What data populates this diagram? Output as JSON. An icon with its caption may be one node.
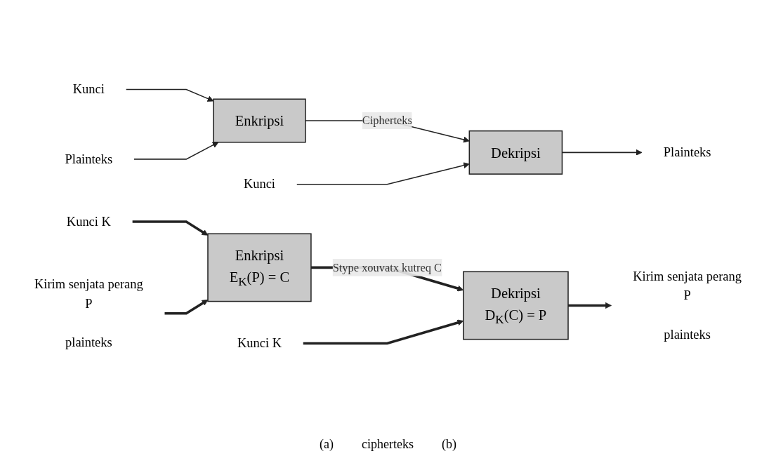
{
  "diagram": {
    "nodes": [
      {
        "text": [
          "Kunci"
        ]
      },
      {
        "text": [
          "Kunci"
        ]
      },
      {
        "text": [
          "Plainteks"
        ]
      },
      {
        "text": [
          "Enkripsi"
        ]
      },
      {
        "text": [
          "Dekripsi"
        ]
      },
      {
        "text": [
          "Plainteks"
        ]
      },
      {
        "text": [
          "Kunci K"
        ]
      },
      {
        "text": [
          "Kunci K"
        ]
      },
      {
        "text": [
          "Kirim senjata perang",
          "P"
        ],
        "beside": [
          "plainteks"
        ]
      },
      {
        "text": [
          "Enkripsi",
          "E$_{K}$(P) = C"
        ]
      },
      {
        "text": [
          "Dekripsi",
          "D$_{K}$(C) = P"
        ]
      },
      {
        "text": [
          "Kirim senjata perang",
          "P"
        ],
        "beside": [
          "plainteks"
        ]
      }
    ],
    "edges": [
      {
        "from": 0,
        "to": 3,
        "arrow": "to"
      },
      {
        "from": 2,
        "to": 3,
        "arrow": "to"
      },
      {
        "from": 3,
        "to": 4,
        "arrow": "to",
        "label": "Cipherteks"
      },
      {
        "from": 1,
        "to": 4,
        "arrow": "to"
      },
      {
        "from": 4,
        "to": 5,
        "arrow": "to"
      },
      {
        "from": 6,
        "to": 9,
        "arrow": "to",
        "style": "thick"
      },
      {
        "from": 8,
        "to": 9,
        "arrow": "to",
        "style": "thick"
      },
      {
        "from": 9,
        "to": 10,
        "arrow": "to",
        "style": "thick",
        "label": "Stype xouvatx kutreq C"
      },
      {
        "from": 7,
        "to": 10,
        "arrow": "to",
        "style": "thick"
      },
      {
        "from": 10,
        "to": 11,
        "arrow": "to",
        "style": "thick"
      }
    ],
    "labels": [
      "(a)",
      "cipherteks",
      "(b)"
    ]
  }
}
